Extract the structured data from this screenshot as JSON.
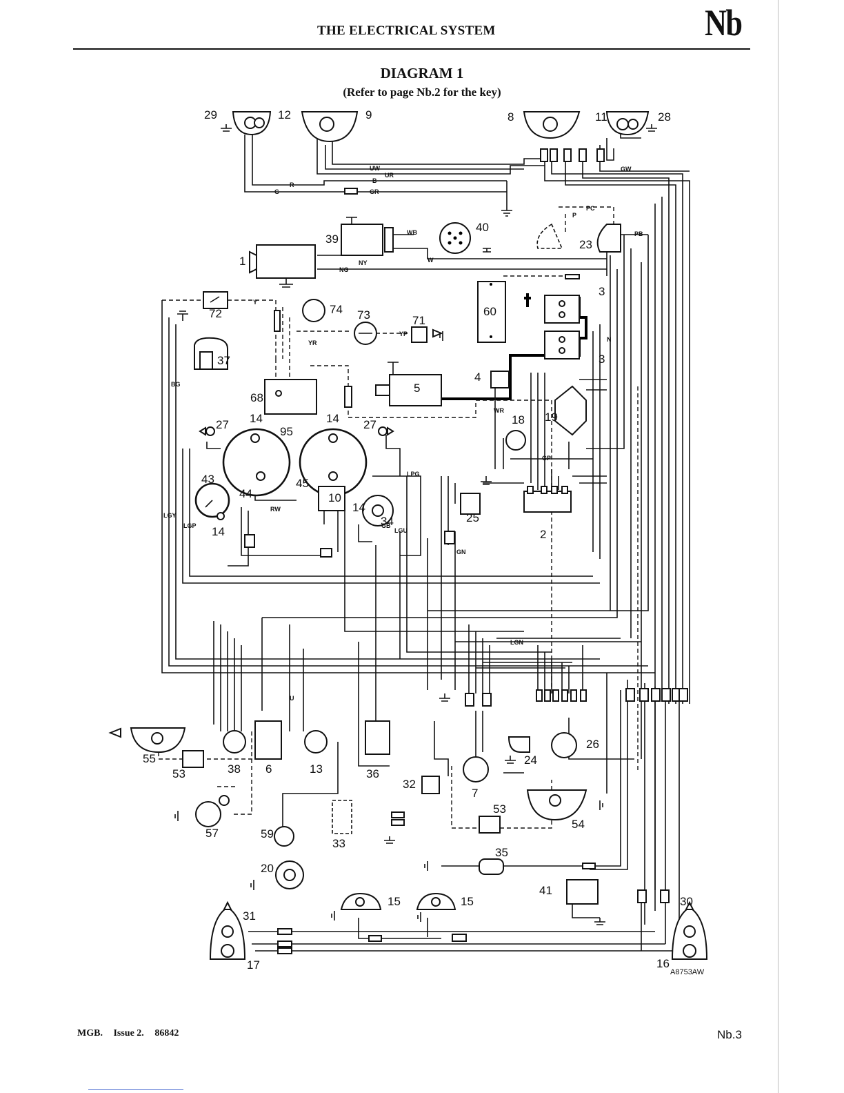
{
  "header": {
    "title": "THE ELECTRICAL SYSTEM",
    "section": "Nb"
  },
  "diagram": {
    "title": "DIAGRAM 1",
    "subtitle": "(Refer to page Nb.2 for the key)",
    "drawing_ref": "A8753AW"
  },
  "footer": {
    "model": "MGB.",
    "issue": "Issue 2.",
    "part_no": "86842",
    "page": "Nb.3"
  },
  "components": [
    {
      "id": "29"
    },
    {
      "id": "12"
    },
    {
      "id": "9"
    },
    {
      "id": "8"
    },
    {
      "id": "11"
    },
    {
      "id": "28"
    },
    {
      "id": "39"
    },
    {
      "id": "40"
    },
    {
      "id": "23"
    },
    {
      "id": "1"
    },
    {
      "id": "3"
    },
    {
      "id": "3"
    },
    {
      "id": "60"
    },
    {
      "id": "72"
    },
    {
      "id": "74"
    },
    {
      "id": "73"
    },
    {
      "id": "71"
    },
    {
      "id": "37"
    },
    {
      "id": "68"
    },
    {
      "id": "5"
    },
    {
      "id": "4"
    },
    {
      "id": "18"
    },
    {
      "id": "19"
    },
    {
      "id": "14"
    },
    {
      "id": "95"
    },
    {
      "id": "14"
    },
    {
      "id": "27"
    },
    {
      "id": "27"
    },
    {
      "id": "43"
    },
    {
      "id": "44"
    },
    {
      "id": "45"
    },
    {
      "id": "10"
    },
    {
      "id": "14"
    },
    {
      "id": "34"
    },
    {
      "id": "25"
    },
    {
      "id": "2"
    },
    {
      "id": "14"
    },
    {
      "id": "55"
    },
    {
      "id": "53"
    },
    {
      "id": "38"
    },
    {
      "id": "6"
    },
    {
      "id": "13"
    },
    {
      "id": "36"
    },
    {
      "id": "32"
    },
    {
      "id": "7"
    },
    {
      "id": "24"
    },
    {
      "id": "26"
    },
    {
      "id": "54"
    },
    {
      "id": "53"
    },
    {
      "id": "57"
    },
    {
      "id": "59"
    },
    {
      "id": "33"
    },
    {
      "id": "20"
    },
    {
      "id": "35"
    },
    {
      "id": "41"
    },
    {
      "id": "31"
    },
    {
      "id": "15"
    },
    {
      "id": "15"
    },
    {
      "id": "30"
    },
    {
      "id": "17"
    },
    {
      "id": "16"
    }
  ],
  "wire_labels": [
    {
      "code": "R"
    },
    {
      "code": "G"
    },
    {
      "code": "GR"
    },
    {
      "code": "UW"
    },
    {
      "code": "UR"
    },
    {
      "code": "B"
    },
    {
      "code": "GW"
    },
    {
      "code": "WB"
    },
    {
      "code": "W"
    },
    {
      "code": "NY"
    },
    {
      "code": "NG"
    },
    {
      "code": "PC"
    },
    {
      "code": "P"
    },
    {
      "code": "PB"
    },
    {
      "code": "Y"
    },
    {
      "code": "YR"
    },
    {
      "code": "YP"
    },
    {
      "code": "BG"
    },
    {
      "code": "N"
    },
    {
      "code": "WR"
    },
    {
      "code": "GP"
    },
    {
      "code": "RW"
    },
    {
      "code": "LGY"
    },
    {
      "code": "LGP"
    },
    {
      "code": "LPG"
    },
    {
      "code": "LGU"
    },
    {
      "code": "GB"
    },
    {
      "code": "GN"
    },
    {
      "code": "LGN"
    },
    {
      "code": "U"
    }
  ]
}
